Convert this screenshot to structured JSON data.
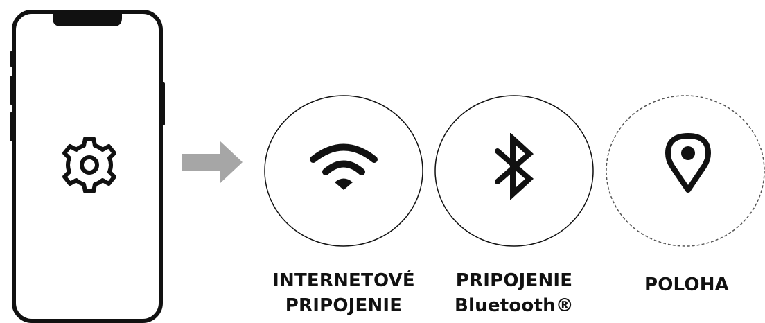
{
  "phone": {
    "screen_icon": "gear-icon"
  },
  "flow": {
    "arrow_icon": "arrow-right-icon"
  },
  "items": [
    {
      "icon": "wifi-icon",
      "circle_style": "solid",
      "label_line1": "INTERNETOVÉ",
      "label_line2": "PRIPOJENIE"
    },
    {
      "icon": "bluetooth-icon",
      "circle_style": "solid",
      "label_line1": "PRIPOJENIE",
      "label_line2": "Bluetooth®"
    },
    {
      "icon": "location-pin-icon",
      "circle_style": "dashed",
      "label_line1": "POLOHA",
      "label_line2": ""
    }
  ],
  "colors": {
    "stroke": "#111111",
    "arrow": "#a6a6a6",
    "dashed_circle": "#555555"
  }
}
